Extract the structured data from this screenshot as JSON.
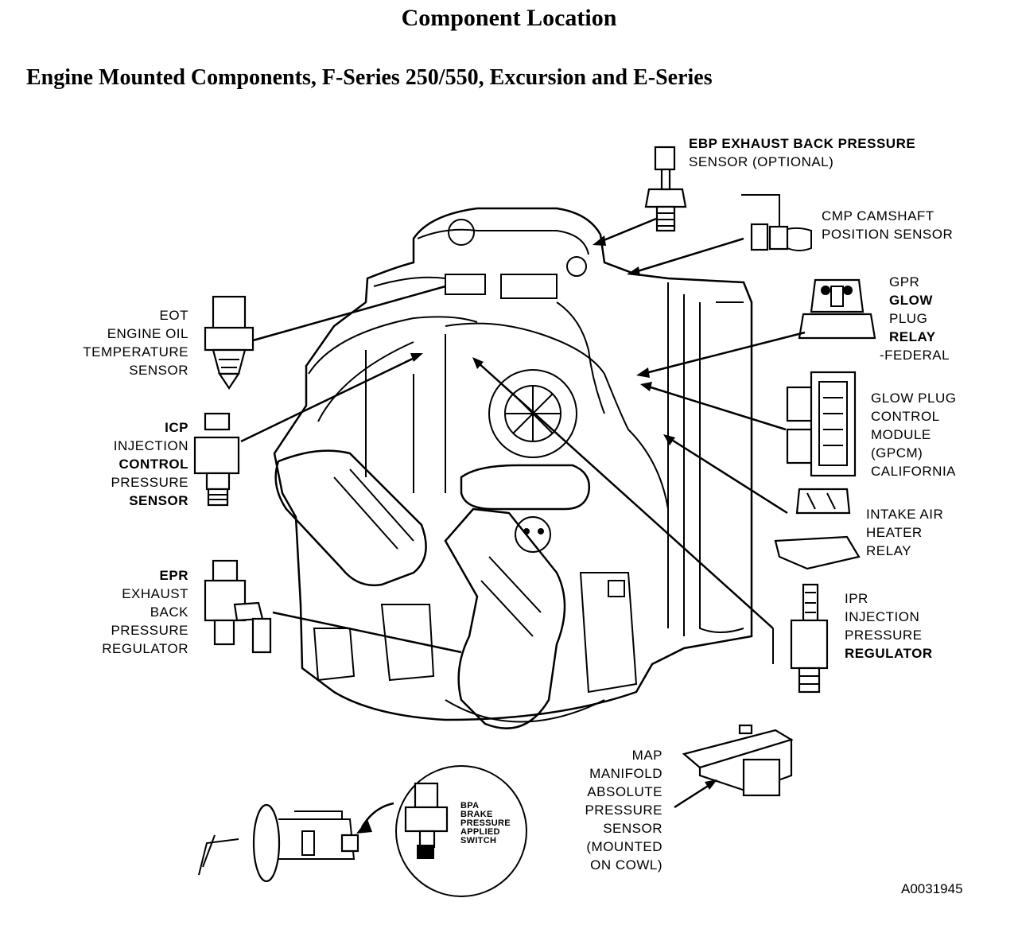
{
  "title": "Component Location",
  "subtitle": "Engine Mounted Components, F-Series 250/550, Excursion and E-Series",
  "labels": {
    "ebp": [
      "EBP EXHAUST BACK PRESSURE",
      "SENSOR (OPTIONAL)"
    ],
    "cmp": [
      "CMP CAMSHAFT",
      "POSITION SENSOR"
    ],
    "gpr": [
      "GPR",
      "GLOW",
      "PLUG",
      "RELAY",
      "-FEDERAL"
    ],
    "gpcm": [
      "GLOW PLUG",
      "CONTROL",
      "MODULE",
      "(GPCM)",
      "CALIFORNIA"
    ],
    "iah": [
      "INTAKE AIR",
      "HEATER",
      "RELAY"
    ],
    "ipr": [
      "IPR",
      "INJECTION",
      "PRESSURE",
      "REGULATOR"
    ],
    "eot": [
      "EOT",
      "ENGINE OIL",
      "TEMPERATURE",
      "SENSOR"
    ],
    "icp": [
      "ICP",
      "INJECTION",
      "CONTROL",
      "PRESSURE",
      "SENSOR"
    ],
    "epr": [
      "EPR",
      "EXHAUST",
      "BACK",
      "PRESSURE",
      "REGULATOR"
    ],
    "map": [
      "MAP",
      "MANIFOLD",
      "ABSOLUTE",
      "PRESSURE",
      "SENSOR",
      "(MOUNTED",
      "ON COWL)"
    ],
    "bpa": [
      "BPA",
      "BRAKE",
      "PRESSURE",
      "APPLIED",
      "SWITCH"
    ]
  },
  "figure_id": "A0031945"
}
